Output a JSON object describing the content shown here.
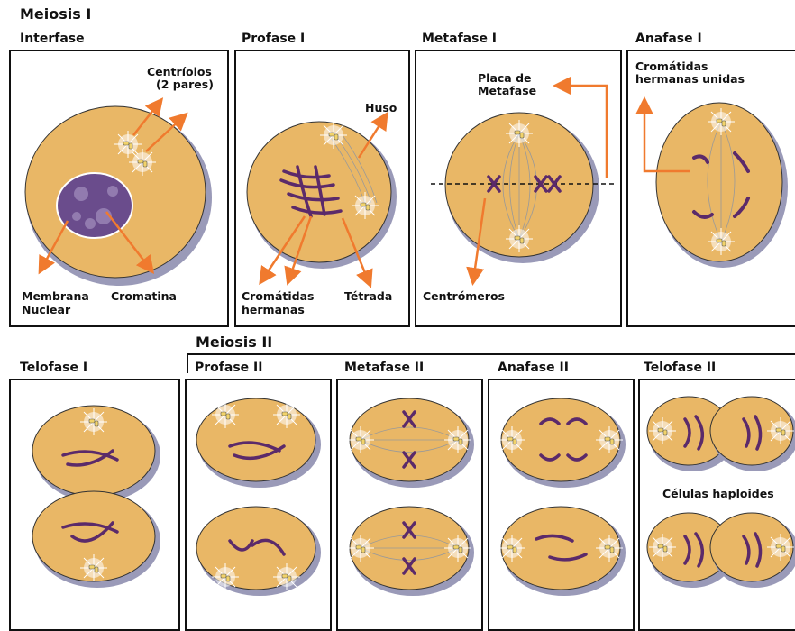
{
  "meiosis1": {
    "title": "Meiosis I",
    "panels": {
      "interfase": "Interfase",
      "profase1": "Profase I",
      "metafase1": "Metafase I",
      "anafase1": "Anafase I",
      "telofase1": "Telofase  I"
    },
    "labels": {
      "centriolos_1": "Centríolos",
      "centriolos_2": "(2 pares)",
      "membrana_1": "Membrana",
      "membrana_2": "Nuclear",
      "cromatina": "Cromatina",
      "huso": "Huso",
      "cromatidas_1": "Cromátidas",
      "cromatidas_2": "hermanas",
      "tetrada": "Tétrada",
      "placa_1": "Placa de",
      "placa_2": "Metafase",
      "centromeros": "Centrómeros",
      "unidas_1": "Cromátidas",
      "unidas_2": "hermanas unidas"
    }
  },
  "meiosis2": {
    "title": "Meiosis II",
    "panels": {
      "profase2": "Profase II",
      "metafase2": "Metafase II",
      "anafase2": "Anafase II",
      "telofase2": "Telofase II"
    },
    "labels": {
      "haploides": "Células haploides"
    }
  },
  "colors": {
    "cell": "#E9B766",
    "cell_shadow": "#9A9AB8",
    "chromosome": "#5B2A6A",
    "arrow": "#F07A2E",
    "nucleus": "#6A4C8C"
  }
}
